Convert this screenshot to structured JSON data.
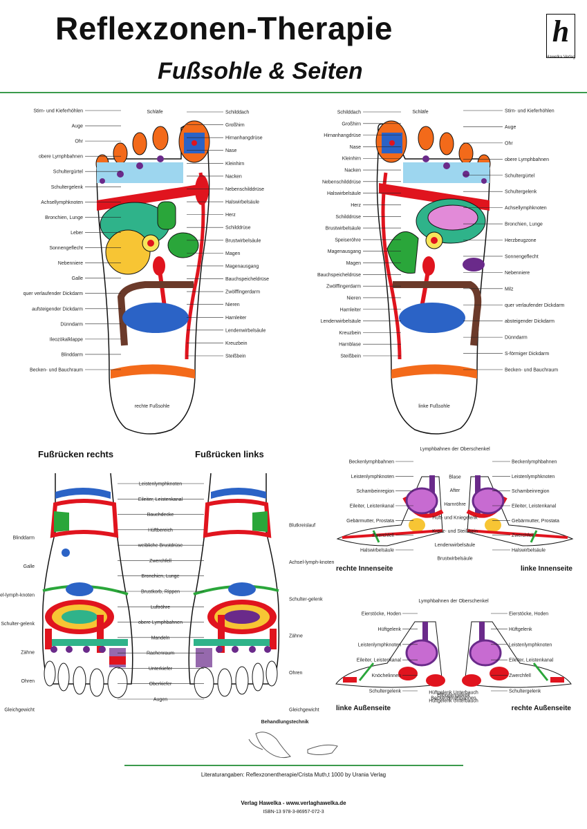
{
  "header": {
    "title": "Reflexzonen-Therapie",
    "subtitle": "Fußsohle & Seiten",
    "logo_letter": "h",
    "logo_text": "Hawelka Verlag"
  },
  "sole_right": {
    "caption": "rechte Fußsohle",
    "left_labels": [
      "Stirn- und Kieferhöhlen",
      "Auge",
      "Ohr",
      "obere Lymphbahnen",
      "Schultergürtel",
      "Schultergelenk",
      "Achsellymphknoten",
      "Bronchien, Lunge",
      "Leber",
      "Sonnengeflecht",
      "Nebenniere",
      "Galle",
      "quer verlaufender Dickdarm",
      "aufsteigender Dickdarm",
      "Dünndarm",
      "Ileozökalklappe",
      "Blinddarm",
      "Becken- und Bauchraum"
    ],
    "right_labels": [
      "Schilddach",
      "Großhirn",
      "Hirnanhangdrüse",
      "Nase",
      "Kleinhirn",
      "Nacken",
      "Nebenschilddrüse",
      "Halswirbelsäule",
      "Herz",
      "Schilddrüse",
      "Brustwirbelsäule",
      "Magen",
      "Magenausgang",
      "Bauchspeicheldrüse",
      "Zwölffingerdarm",
      "Nieren",
      "Harnleiter",
      "Lendenwirbelsäule",
      "Kreuzbein",
      "Steißbein"
    ],
    "top_label": "Schläfe"
  },
  "sole_left": {
    "caption": "linke Fußsohle",
    "left_labels": [
      "Schilddach",
      "Großhirn",
      "Hirnanhangdrüse",
      "Nase",
      "Kleinhirn",
      "Nacken",
      "Nebenschilddrüse",
      "Halswirbelsäule",
      "Herz",
      "Schilddrüse",
      "Brustwirbelsäule",
      "Speiseröhre",
      "Magenausgang",
      "Magen",
      "Bauchspeicheldrüse",
      "Zwölffingerdarm",
      "Nieren",
      "Harnleiter",
      "Lendenwirbelsäule",
      "Kreuzbein",
      "Harnblase",
      "Steißbein"
    ],
    "right_labels": [
      "Stirn- und Kieferhöhlen",
      "Auge",
      "Ohr",
      "obere Lymphbahnen",
      "Schultergürtel",
      "Schultergelenk",
      "Achsellymphknoten",
      "Bronchien, Lunge",
      "Herzbeugzone",
      "Sonnengeflecht",
      "Nebenniere",
      "Milz",
      "quer verlaufender Dickdarm",
      "absteigender Dickdarm",
      "Dünndarm",
      "S-förmiger Dickdarm",
      "Becken- und Bauchraum"
    ],
    "top_label": "Schläfe"
  },
  "dorsum": {
    "title_right": "Fußrücken rechts",
    "title_left": "Fußrücken links",
    "center_labels": [
      "Leistenlymphknoten",
      "Eileiter, Leistenkanal",
      "Bauchdecke",
      "Hüftbereich",
      "weibliche Brustdrüse",
      "Zwerchfell",
      "Bronchien, Lunge",
      "Brustkorb, Rippen",
      "Luftröhre",
      "obere Lymphbahnen",
      "Mandeln",
      "Rachenraum",
      "Unterkiefer",
      "Oberkiefer",
      "Augen"
    ],
    "left_side_labels": [
      "Blinddarm",
      "Galle",
      "Achsel-lymph-knoten",
      "Schulter-gelenk",
      "Zähne",
      "Ohren",
      "Gleichgewicht"
    ],
    "right_side_labels": [
      "Blutkreislauf",
      "Achsel-lymph-knoten",
      "Schulter-gelenk",
      "Zähne",
      "Ohren",
      "Gleichgewicht"
    ]
  },
  "inner": {
    "top_label": "Lymphbahnen der Oberschenkel",
    "labels_left": [
      "Beckenlymphbahnen",
      "Leistenlymphknoten",
      "Schambeinregion",
      "Eileiter, Leistenkanal",
      "Gebärmutter, Prostata",
      "Zwerchfell",
      "Halswirbelsäule"
    ],
    "labels_right": [
      "Beckenlymphbahnen",
      "Leistenlymphknoten",
      "Schambeinregion",
      "Eileiter, Leistenkanal",
      "Gebärmutter, Prostata",
      "Zwerchfell",
      "Halswirbelsäule"
    ],
    "labels_middle": [
      "Blase",
      "After",
      "Harnröhre",
      "Hüft- und Kniegelenk",
      "Kreuz- und Steißbein",
      "Lendenwirbelsäule",
      "Brustwirbelsäule"
    ],
    "caption_left": "rechte Innenseite",
    "caption_right": "linke Innenseite"
  },
  "outer": {
    "top_label": "Lymphbahnen der Oberschenkel",
    "labels_left": [
      "Eierstöcke, Hoden",
      "Hüftgelenk",
      "Leistenlymphknoten",
      "Eileiter, Leistenkanal",
      "Knöchelinnen",
      "Schultergelenk"
    ],
    "labels_right": [
      "Eierstöcke, Hoden",
      "Hüftgelenk",
      "Leistenlymphknoten",
      "Eileiter, Leistenkanal",
      "Zwerchfell",
      "Schultergelenk"
    ],
    "labels_bottom": [
      "Hüftgelenk Unterbauch",
      "Ellbogengelenk",
      "Beckenlymphbahnen",
      "Hüftgelenk Unterbauch"
    ],
    "caption_left": "linke Außenseite",
    "caption_right": "rechte Außenseite"
  },
  "technique": {
    "label": "Behandlungstechnik"
  },
  "footer": {
    "literature": "Literaturangaben: Reflexzonentherapie/Crista Muth,t 1000 by Urania Verlag",
    "publisher": "Verlag Hawelka - www.verlaghawelka.de",
    "isbn": "ISBN-13 978-3-86957-072-3"
  },
  "colors": {
    "accent_green": "#3a9a4c",
    "orange": "#f36a1a",
    "red": "#e0141e",
    "blue": "#2b63c6",
    "light_blue": "#9dd6ef",
    "green": "#2aa63a",
    "yellow": "#f7c534",
    "purple": "#6a2a8a",
    "brown": "#6b3a2a"
  }
}
